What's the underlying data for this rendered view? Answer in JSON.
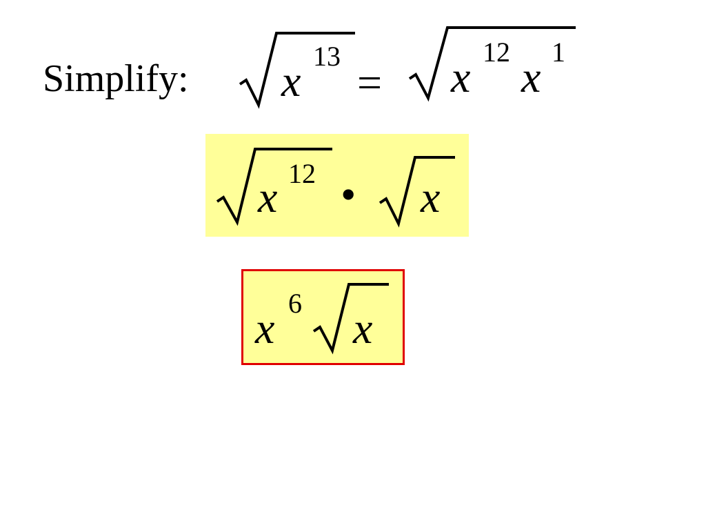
{
  "prompt_label": "Simplify:",
  "line1": {
    "lhs_var": "x",
    "lhs_exp": "13",
    "equals": "=",
    "rhs_var1": "x",
    "rhs_exp1": "12",
    "rhs_var2": "x",
    "rhs_exp2": "1"
  },
  "step": {
    "var1": "x",
    "exp1": "12",
    "dot": "•",
    "var2": "x",
    "highlight_color": "#ffff99"
  },
  "answer": {
    "var1": "x",
    "exp1": "6",
    "var2": "x",
    "border_color": "#e00000",
    "highlight_color": "#ffff99"
  }
}
